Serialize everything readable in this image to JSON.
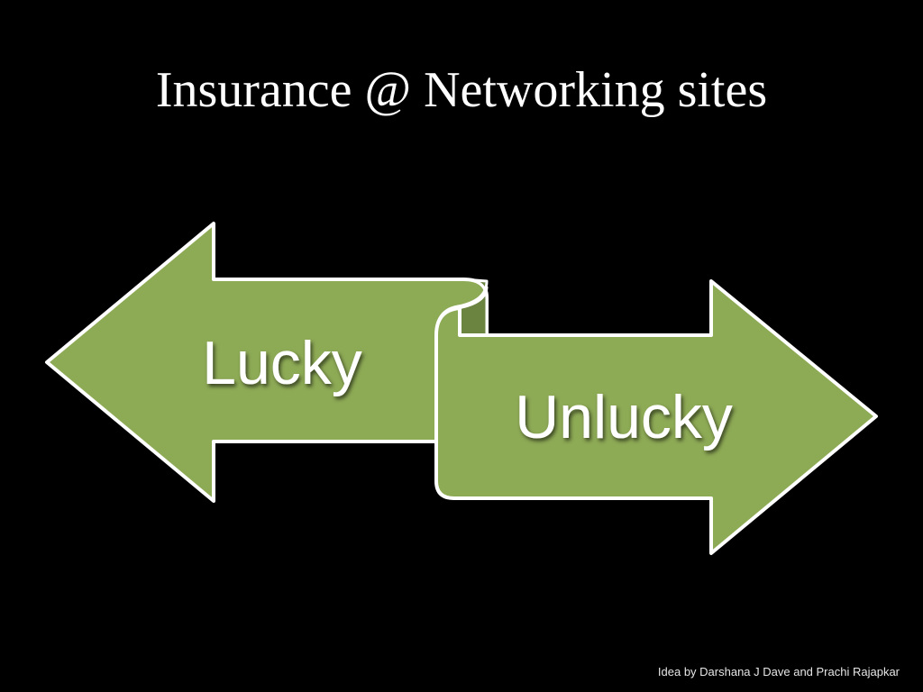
{
  "slide": {
    "title": "Insurance @ Networking sites",
    "footer": "Idea by Darshana J Dave and Prachi Rajapkar"
  },
  "arrows": {
    "left_label": "Lucky",
    "right_label": "Unlucky"
  },
  "colors": {
    "background": "#000000",
    "arrow_fill": "#8daa55",
    "arrow_fold": "#6b8440",
    "arrow_stroke": "#ffffff",
    "text": "#ffffff"
  }
}
